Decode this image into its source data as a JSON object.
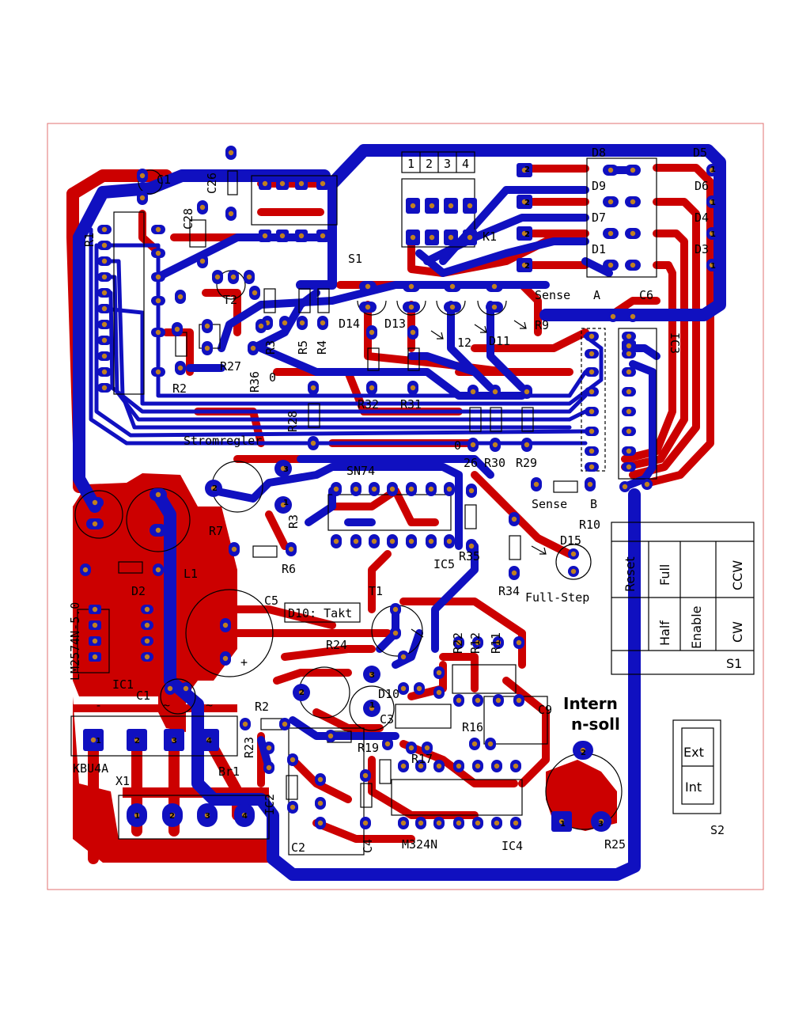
{
  "labels": {
    "c26": "C26",
    "c28": "C28",
    "c1_top": "C1",
    "r1_top": "R1",
    "t2_top": "T2",
    "r2_top": "R2",
    "r3": "R3",
    "r5": "R5",
    "r4": "R4",
    "r36": "R36",
    "d14": "D14",
    "d13": "D13",
    "d12": "12",
    "d11": "D11",
    "r9": "R9",
    "sense_a": "Sense",
    "sense_a_letter": "A",
    "c6": "C6",
    "ic3": "IC3",
    "r32": "R32",
    "r31": "R31",
    "r26": "26",
    "r30": "R30",
    "r29": "R29",
    "r27": "R27",
    "r28": "R28",
    "stromregler": "Stromregler",
    "sn74": "SN74",
    "sense_b": "Sense",
    "sense_b_letter": "B",
    "r10": "R10",
    "d15": "D15",
    "r7": "R7",
    "r6": "R6",
    "r3b": "R3",
    "ic5": "IC5",
    "r35": "R35",
    "r34": "R34",
    "full_step": "Full-Step",
    "lm2574": "LM2574N-5.0",
    "d2": "D2",
    "l1": "L1",
    "c5": "C5",
    "d10_takt": "D10: Takt",
    "t1": "T1",
    "r24": "R24",
    "ic1": "IC1",
    "c1": "C1",
    "r11": "R11",
    "r12": "R12",
    "r22": "R22",
    "c9": "C9",
    "intern": "Intern",
    "n_soll": "n-soll",
    "d10": "D10",
    "c3": "C3",
    "r19": "R19",
    "r17": "R17",
    "r16": "R16",
    "kbu4a": "KBU4A",
    "br1": "Br1",
    "x1": "X1",
    "r2": "R2",
    "r23": "R23",
    "ic2": "IC2",
    "c2": "C2",
    "m3": "M324N",
    "ic4": "IC4",
    "c4": "C4",
    "r25": "R25",
    "d9": "D9",
    "d8": "D8",
    "d7": "D7",
    "d1": "D1",
    "d5": "D5",
    "d6": "D6",
    "d4": "D4",
    "d3": "D3",
    "k1": "K1",
    "s1": "S1",
    "s2": "S2",
    "ext": "Ext",
    "int": "Int",
    "zero1": "0",
    "zero2": "0",
    "plus": "+",
    "minus": "-",
    "tilde1": "~",
    "tilde2": "~"
  },
  "dip": [
    "1",
    "2",
    "3",
    "4"
  ],
  "mode_table": {
    "row1": [
      "Reset",
      "Full",
      "",
      "CCW"
    ],
    "row2": [
      "Half",
      "Enable",
      "",
      "CW"
    ],
    "s1": "S1"
  },
  "pin_numbers": {
    "kbu": [
      "1",
      "2",
      "3",
      "4"
    ],
    "x1": [
      "1",
      "2",
      "3",
      "4"
    ],
    "r25": [
      "1",
      "2",
      "3"
    ],
    "r24": [
      "1",
      "2",
      "3"
    ],
    "strom": [
      "1",
      "2",
      "3"
    ],
    "leds": [
      "2",
      "2",
      "2",
      "2"
    ],
    "right": [
      "1",
      "1",
      "1",
      "1"
    ]
  },
  "colors": {
    "top_copper": "#cc0000",
    "bottom_copper": "#1010c0",
    "pad": "#c08020",
    "border": "#e07070"
  }
}
